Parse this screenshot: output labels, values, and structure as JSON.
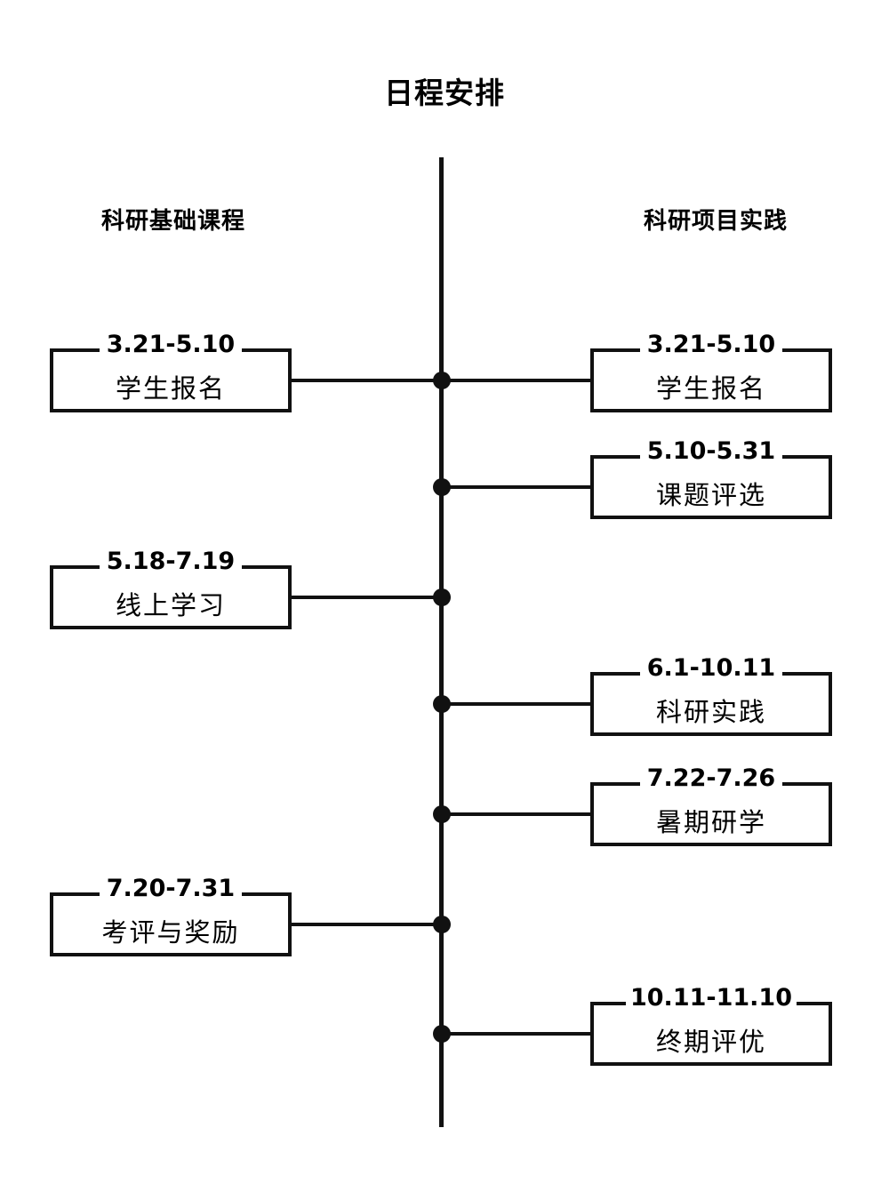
{
  "diagram": {
    "title": "日程安排",
    "type": "timeline",
    "orientation": "vertical-center-axis",
    "colors": {
      "line": "#111111",
      "background": "#ffffff",
      "text": "#000000"
    },
    "columns": {
      "left": {
        "heading": "科研基础课程"
      },
      "right": {
        "heading": "科研项目实践"
      }
    },
    "milestones": [
      {
        "side": "left",
        "date": "3.21-5.10",
        "label": "学生报名",
        "dot_index": 0
      },
      {
        "side": "right",
        "date": "3.21-5.10",
        "label": "学生报名",
        "dot_index": 0
      },
      {
        "side": "right",
        "date": "5.10-5.31",
        "label": "课题评选",
        "dot_index": 1
      },
      {
        "side": "left",
        "date": "5.18-7.19",
        "label": "线上学习",
        "dot_index": 2
      },
      {
        "side": "right",
        "date": "6.1-10.11",
        "label": "科研实践",
        "dot_index": 3
      },
      {
        "side": "right",
        "date": "7.22-7.26",
        "label": "暑期研学",
        "dot_index": 4
      },
      {
        "side": "left",
        "date": "7.20-7.31",
        "label": "考评与奖励",
        "dot_index": 5
      },
      {
        "side": "right",
        "date": "10.11-11.10",
        "label": "终期评优",
        "dot_index": 6
      }
    ]
  }
}
